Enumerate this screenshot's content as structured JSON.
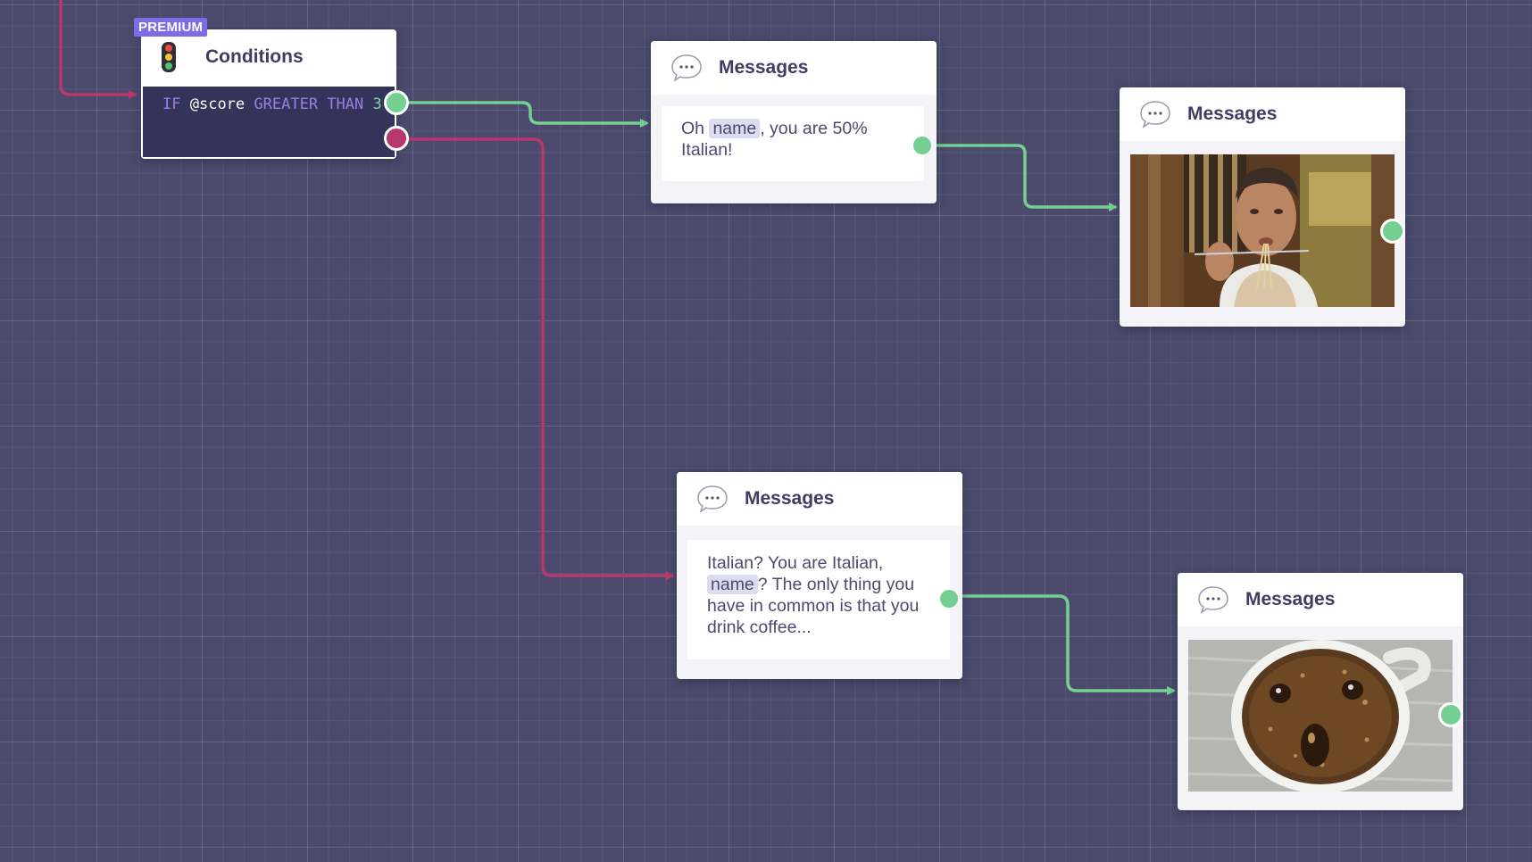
{
  "badges": {
    "premium": "PREMIUM"
  },
  "conditions_node": {
    "title": "Conditions",
    "icon": "traffic-light-icon",
    "expression": {
      "if_kw": "IF",
      "variable": "@score",
      "operator": "GREATER THAN",
      "value": "3"
    }
  },
  "messages": [
    {
      "title": "Messages",
      "icon": "chat-bubble-icon",
      "text_before": "Oh ",
      "variable": "name",
      "text_after": ", you are 50% Italian!"
    },
    {
      "title": "Messages",
      "icon": "chat-bubble-icon",
      "image": "man-eating-spaghetti-gif"
    },
    {
      "title": "Messages",
      "icon": "chat-bubble-icon",
      "text_before": "Italian? You are Italian, ",
      "variable": "name",
      "text_after": "? The only thing you have in common is that you drink coffee..."
    },
    {
      "title": "Messages",
      "icon": "chat-bubble-icon",
      "image": "surprised-coffee-cup-gif"
    }
  ],
  "colors": {
    "canvas": "#4b4a6c",
    "true_connector": "#74cf92",
    "false_connector": "#b8376e",
    "premium_badge": "#7d6ce6"
  }
}
